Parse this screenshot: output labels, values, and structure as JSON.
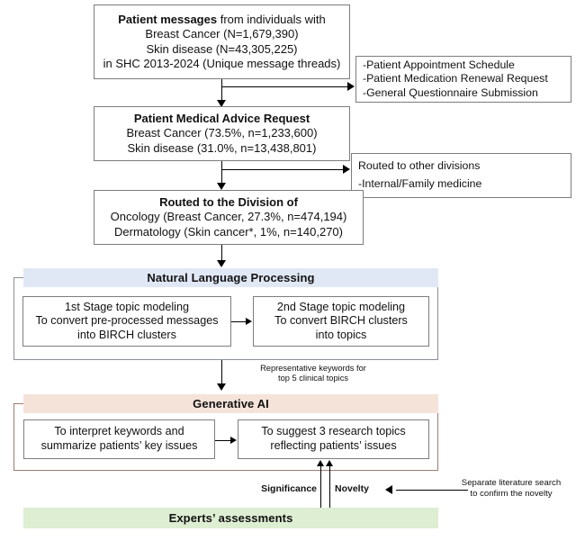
{
  "figure": {
    "type": "flowchart",
    "title": "Patient message processing and analysis pipeline"
  },
  "colors": {
    "nlp_header_bg": "#e1e8f5",
    "genai_header_bg": "#f5e3da",
    "experts_bg": "#ddeed2",
    "box_border": "#7d7d7d",
    "nlp_frame_border": "#8a8f98",
    "genai_frame_border": "#9c7d72",
    "text": "#111111",
    "arrow": "#000000"
  },
  "nodes": {
    "patient_messages": {
      "lines": [
        {
          "bold": "Patient messages",
          "rest": " from individuals with"
        },
        {
          "bold": "",
          "rest": "Breast Cancer (N=1,679,390)"
        },
        {
          "bold": "",
          "rest": "Skin disease (N=43,305,225)"
        },
        {
          "bold": "",
          "rest": "in SHC 2013-2024 (Unique message threads)"
        }
      ]
    },
    "excluded_requests": {
      "lines": [
        "-Patient Appointment Schedule",
        "-Patient Medication Renewal Request",
        "-General Questionnaire Submission"
      ]
    },
    "medical_advice_request": {
      "title": "Patient Medical Advice Request",
      "lines": [
        "Breast Cancer (73.5%, n=1,233,600)",
        "Skin disease (31.0%, n=13,438,801)"
      ]
    },
    "other_divisions": {
      "lines": [
        "Routed to other divisions",
        "-Internal/Family medicine"
      ]
    },
    "routed_division": {
      "title": "Routed to the Division of",
      "lines": [
        "Oncology (Breast Cancer, 27.3%, n=474,194)",
        "Dermatology (Skin cancer*, 1%, n=140,270)"
      ]
    },
    "nlp_section": {
      "header": "Natural Language Processing",
      "stage1": [
        "1st Stage topic modeling",
        "To convert pre-processed messages",
        "into BIRCH clusters"
      ],
      "stage2": [
        "2nd Stage topic modeling",
        "To convert BIRCH clusters",
        "into topics"
      ]
    },
    "genai_section": {
      "header": "Generative AI",
      "step1": [
        "To interpret keywords and",
        "summarize patients’ key issues"
      ],
      "step2": [
        "To suggest 3 research topics",
        "reflecting patients’ issues"
      ]
    },
    "experts": {
      "header": "Experts’ assessments"
    }
  },
  "annotations": {
    "keywords_note": [
      "Representative keywords for",
      "top 5 clinical topics"
    ],
    "significance_label": "Significance",
    "novelty_label": "Novelty",
    "literature_search": [
      "Separate literature search",
      "to confirm the novelty"
    ]
  }
}
